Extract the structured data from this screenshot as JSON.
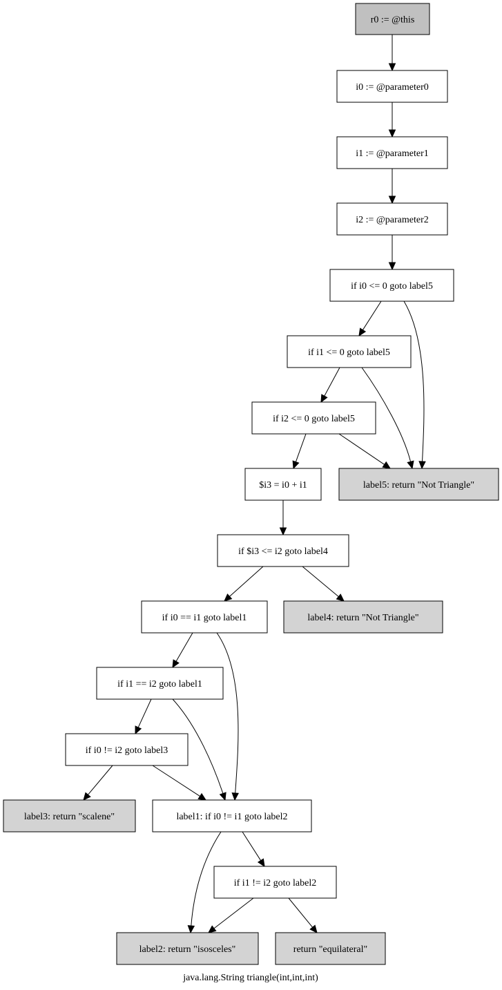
{
  "diagram": {
    "type": "control-flow-graph",
    "caption": "java.lang.String triangle(int,int,int)",
    "colors": {
      "entry_fill": "#c0c0c0",
      "terminal_fill": "#d3d3d3",
      "normal_fill": "#ffffff",
      "stroke": "#000000"
    },
    "nodes": [
      {
        "id": "n0",
        "label": "r0 := @this",
        "kind": "entry"
      },
      {
        "id": "n1",
        "label": "i0 := @parameter0",
        "kind": "normal"
      },
      {
        "id": "n2",
        "label": "i1 := @parameter1",
        "kind": "normal"
      },
      {
        "id": "n3",
        "label": "i2 := @parameter2",
        "kind": "normal"
      },
      {
        "id": "n4",
        "label": "if i0 <= 0 goto label5",
        "kind": "normal"
      },
      {
        "id": "n5",
        "label": "if i1 <= 0 goto label5",
        "kind": "normal"
      },
      {
        "id": "n6",
        "label": "if i2 <= 0 goto label5",
        "kind": "normal"
      },
      {
        "id": "n7",
        "label": "$i3 = i0 + i1",
        "kind": "normal"
      },
      {
        "id": "n8",
        "label": "label5: return \"Not Triangle\"",
        "kind": "terminal"
      },
      {
        "id": "n9",
        "label": "if $i3 <= i2 goto label4",
        "kind": "normal"
      },
      {
        "id": "n10",
        "label": "if i0 == i1 goto label1",
        "kind": "normal"
      },
      {
        "id": "n11",
        "label": "label4: return \"Not Triangle\"",
        "kind": "terminal"
      },
      {
        "id": "n12",
        "label": "if i1 == i2 goto label1",
        "kind": "normal"
      },
      {
        "id": "n13",
        "label": "if i0 != i2 goto label3",
        "kind": "normal"
      },
      {
        "id": "n14",
        "label": "label3: return \"scalene\"",
        "kind": "terminal"
      },
      {
        "id": "n15",
        "label": "label1: if i0 != i1 goto label2",
        "kind": "normal"
      },
      {
        "id": "n16",
        "label": "if i1 != i2 goto label2",
        "kind": "normal"
      },
      {
        "id": "n17",
        "label": "label2: return \"isosceles\"",
        "kind": "terminal"
      },
      {
        "id": "n18",
        "label": "return \"equilateral\"",
        "kind": "terminal"
      }
    ],
    "edges": [
      {
        "from": "n0",
        "to": "n1"
      },
      {
        "from": "n1",
        "to": "n2"
      },
      {
        "from": "n2",
        "to": "n3"
      },
      {
        "from": "n3",
        "to": "n4"
      },
      {
        "from": "n4",
        "to": "n5"
      },
      {
        "from": "n4",
        "to": "n8"
      },
      {
        "from": "n5",
        "to": "n6"
      },
      {
        "from": "n5",
        "to": "n8"
      },
      {
        "from": "n6",
        "to": "n7"
      },
      {
        "from": "n6",
        "to": "n8"
      },
      {
        "from": "n7",
        "to": "n9"
      },
      {
        "from": "n9",
        "to": "n10"
      },
      {
        "from": "n9",
        "to": "n11"
      },
      {
        "from": "n10",
        "to": "n12"
      },
      {
        "from": "n10",
        "to": "n15"
      },
      {
        "from": "n12",
        "to": "n13"
      },
      {
        "from": "n12",
        "to": "n15"
      },
      {
        "from": "n13",
        "to": "n14"
      },
      {
        "from": "n13",
        "to": "n15"
      },
      {
        "from": "n15",
        "to": "n17"
      },
      {
        "from": "n15",
        "to": "n16"
      },
      {
        "from": "n16",
        "to": "n17"
      },
      {
        "from": "n16",
        "to": "n18"
      }
    ]
  }
}
